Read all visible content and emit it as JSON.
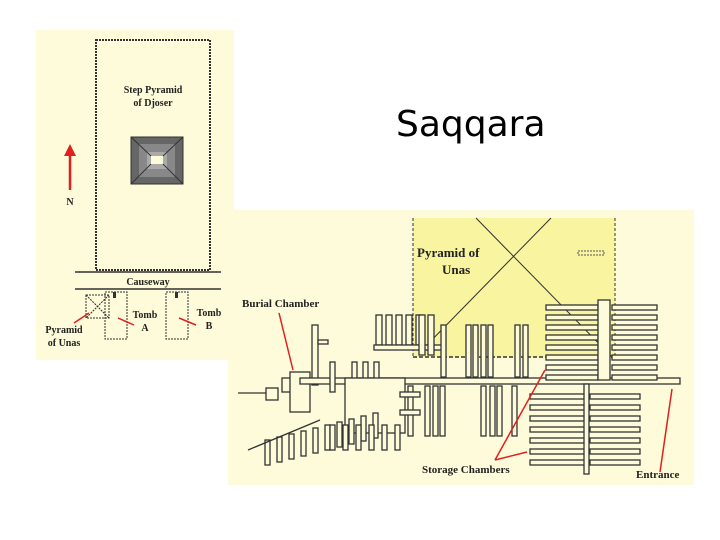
{
  "slide": {
    "title": "Saqqara"
  },
  "site_plan": {
    "labels": {
      "djoser_line1": "Step Pyramid",
      "djoser_line2": "of Djoser",
      "north": "N",
      "causeway": "Causeway",
      "unas_line1": "Pyramid",
      "unas_line2": "of Unas",
      "tomb_a_line1": "Tomb",
      "tomb_a_line2": "A",
      "tomb_b_line1": "Tomb",
      "tomb_b_line2": "B"
    }
  },
  "tomb_plan": {
    "labels": {
      "pyramid_line1": "Pyramid of",
      "pyramid_line2": "Unas",
      "burial_chamber": "Burial Chamber",
      "storage_chambers": "Storage Chambers",
      "entrance": "Entrance"
    }
  },
  "colors": {
    "background": "#fdfbd9",
    "highlight": "#f8f4a0",
    "annotation": "#e02020",
    "ink": "#333333"
  }
}
